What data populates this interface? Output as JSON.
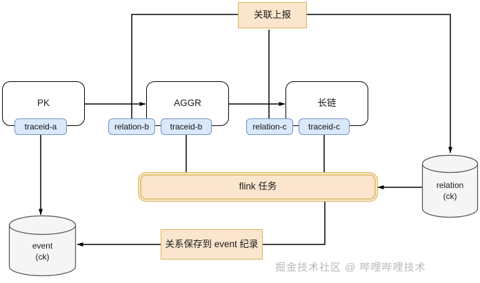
{
  "diagram": {
    "title_watermark": "掘金技术社区 @ 哔哩哔哩技术",
    "nodes": {
      "report": {
        "label": "关联上报",
        "type": "process-tan"
      },
      "pk": {
        "label": "PK",
        "type": "process"
      },
      "aggr": {
        "label": "AGGR",
        "type": "process"
      },
      "longchain": {
        "label": "长链",
        "type": "process"
      },
      "flink": {
        "label": "flink 任务",
        "type": "process-tan-double"
      },
      "save_event": {
        "label": "关系保存到 event 纪录",
        "type": "process-tan"
      }
    },
    "badges": {
      "traceid_a": "traceid-a",
      "relation_b": "relation-b",
      "traceid_b": "traceid-b",
      "relation_c": "relation-c",
      "traceid_c": "traceid-c"
    },
    "datastores": {
      "event": {
        "name": "event",
        "engine": "(ck)"
      },
      "relation": {
        "name": "relation",
        "engine": "(ck)"
      }
    },
    "colors": {
      "tan_fill": "#fbe5cd",
      "tan_stroke": "#d6b656",
      "badge_fill": "#dae8fc",
      "badge_stroke": "#7191c0",
      "node_stroke": "#000000",
      "cylinder_fill": "#f5f5f5",
      "cylinder_stroke": "#666666",
      "watermark": "#b9b9b9"
    }
  }
}
